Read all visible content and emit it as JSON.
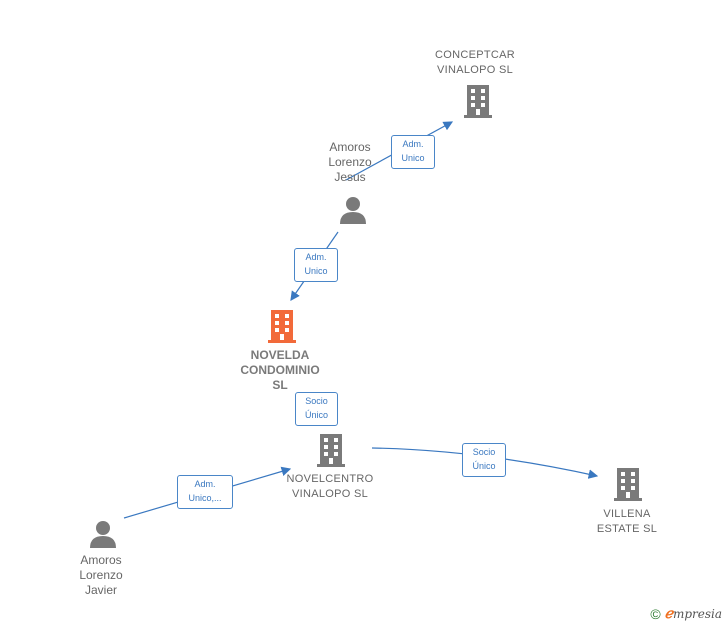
{
  "colors": {
    "edge": "#3a78c0",
    "building": "#7a7a7a",
    "center": "#f26a3a",
    "person": "#7a7a7a"
  },
  "nodes": {
    "conceptcar": {
      "label": "CONCEPTCAR\nVINALOPO SL",
      "icon": "building-icon"
    },
    "amoros_jesus": {
      "label": "Amoros\nLorenzo\nJesus",
      "icon": "person-icon"
    },
    "novelda": {
      "label": "NOVELDA\nCONDOMINIO\nSL",
      "icon": "building-icon"
    },
    "novelcentro": {
      "label": "NOVELCENTRO\nVINALOPO SL",
      "icon": "building-icon"
    },
    "villena": {
      "label": "VILLENA\nESTATE  SL",
      "icon": "building-icon"
    },
    "amoros_javier": {
      "label": "Amoros\nLorenzo\nJavier",
      "icon": "person-icon"
    }
  },
  "edges": [
    {
      "id": "e1",
      "label": "Adm.\nUnico"
    },
    {
      "id": "e2",
      "label": "Adm.\nUnico"
    },
    {
      "id": "e3",
      "label": "Socio\nÚnico"
    },
    {
      "id": "e4",
      "label": "Socio\nÚnico"
    },
    {
      "id": "e5",
      "label": "Adm.\nUnico,..."
    }
  ],
  "footer": {
    "copyright": "©",
    "brand_first": "ℯ",
    "brand_rest": "mpresia"
  }
}
